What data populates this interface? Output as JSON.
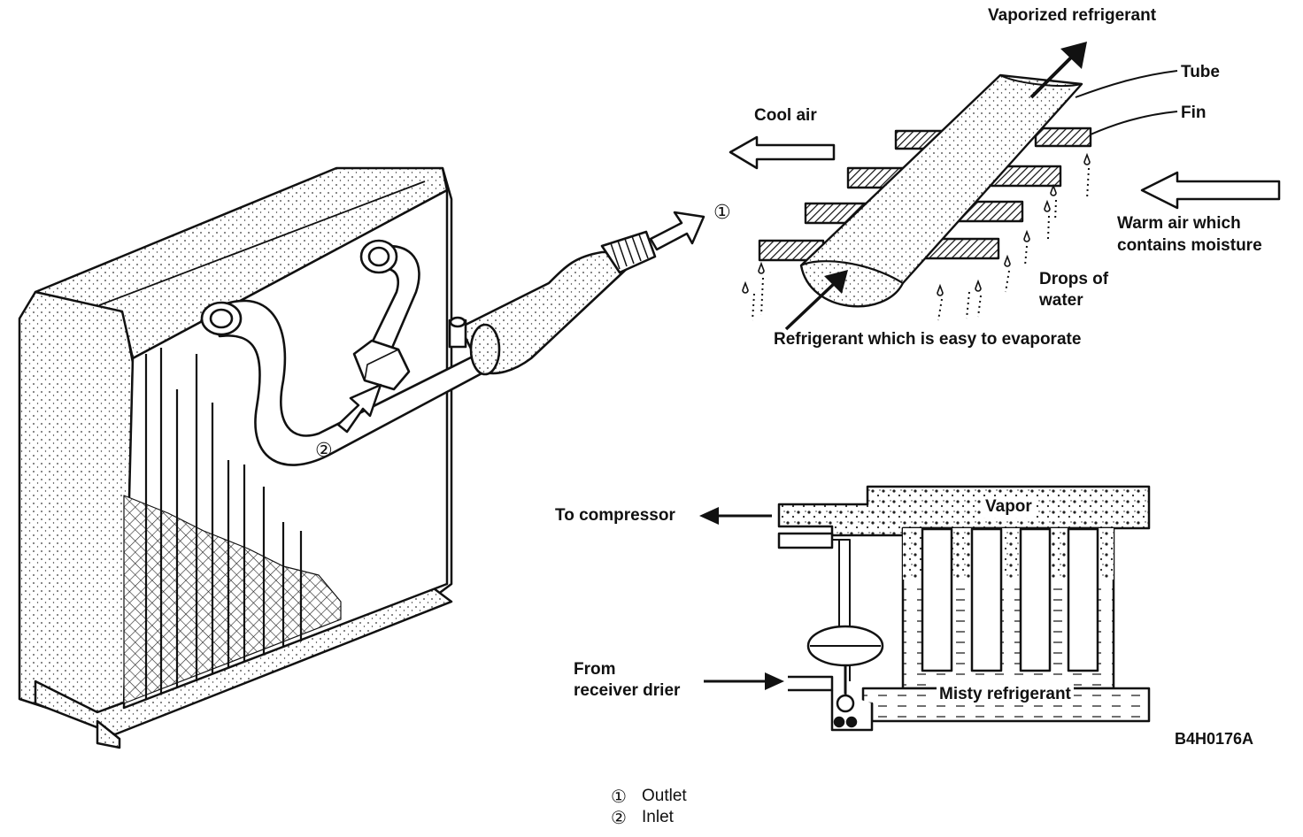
{
  "labels": {
    "vaporized_refrigerant": "Vaporized refrigerant",
    "tube": "Tube",
    "fin": "Fin",
    "cool_air": "Cool air",
    "warm_air_line1": "Warm air which",
    "warm_air_line2": "contains moisture",
    "drops_line1": "Drops of",
    "drops_line2": "water",
    "refrigerant_easy": "Refrigerant which is easy to evaporate",
    "to_compressor": "To compressor",
    "vapor": "Vapor",
    "from_line1": "From",
    "from_line2": "receiver drier",
    "misty_refrigerant": "Misty refrigerant",
    "figure_code": "B4H0176A"
  },
  "markers": {
    "outlet_marker": "①",
    "inlet_marker": "②"
  },
  "legend": [
    {
      "marker": "①",
      "text": "Outlet"
    },
    {
      "marker": "②",
      "text": "Inlet"
    }
  ]
}
